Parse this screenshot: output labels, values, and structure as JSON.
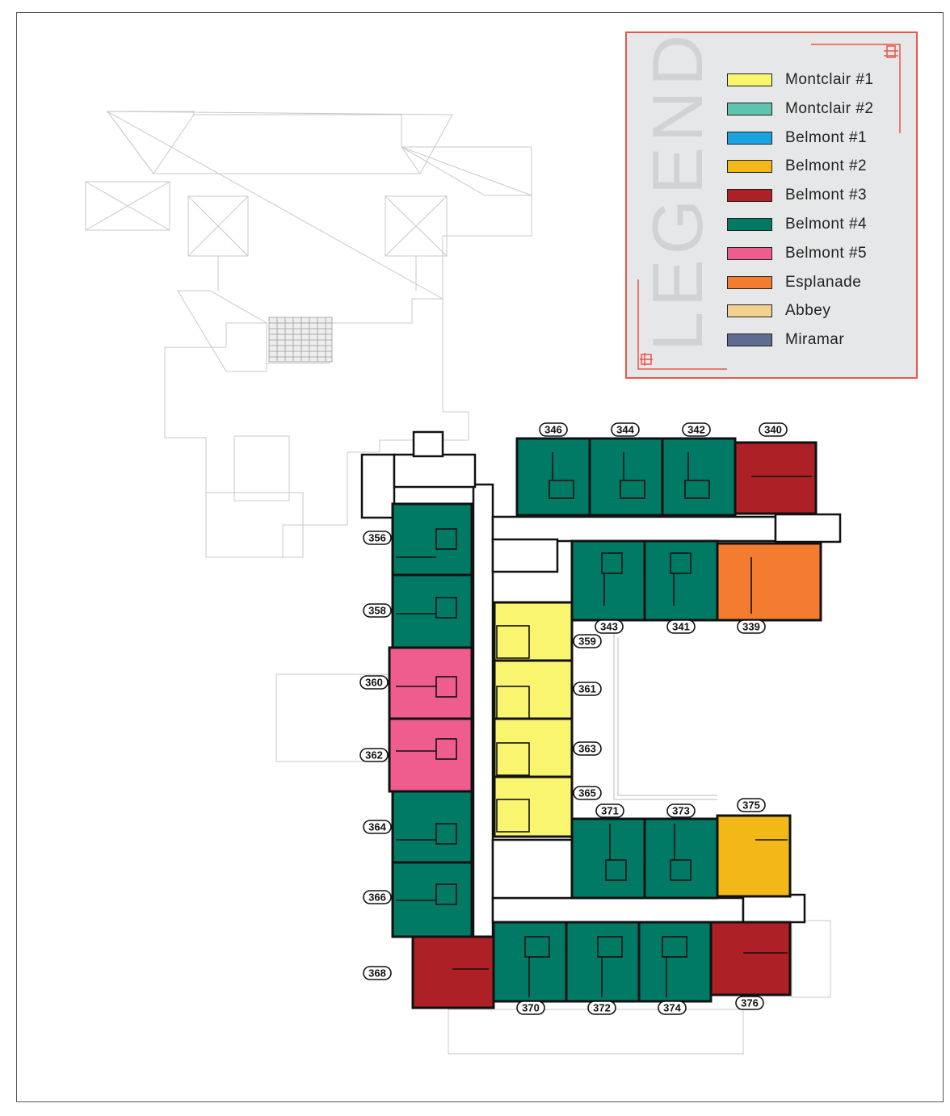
{
  "legend": {
    "title": "LEGEND",
    "items": [
      {
        "label": "Montclair #1",
        "color": "#f9f56e"
      },
      {
        "label": "Montclair #2",
        "color": "#5ec4b0"
      },
      {
        "label": "Belmont #1",
        "color": "#1aa3e0"
      },
      {
        "label": "Belmont #2",
        "color": "#f2b817"
      },
      {
        "label": "Belmont #3",
        "color": "#ad2025"
      },
      {
        "label": "Belmont #4",
        "color": "#007a65"
      },
      {
        "label": "Belmont #5",
        "color": "#ee5d8d"
      },
      {
        "label": "Esplanade",
        "color": "#f37c30"
      },
      {
        "label": "Abbey",
        "color": "#f4cf8f"
      },
      {
        "label": "Miramar",
        "color": "#5e6c92"
      }
    ]
  },
  "rooms": {
    "r346": "346",
    "r344": "344",
    "r342": "342",
    "r340": "340",
    "r356": "356",
    "r358": "358",
    "r360": "360",
    "r362": "362",
    "r364": "364",
    "r366": "366",
    "r368": "368",
    "r343": "343",
    "r341": "341",
    "r339": "339",
    "r359": "359",
    "r361": "361",
    "r363": "363",
    "r365": "365",
    "r371": "371",
    "r373": "373",
    "r375": "375",
    "r370": "370",
    "r372": "372",
    "r374": "374",
    "r376": "376"
  }
}
